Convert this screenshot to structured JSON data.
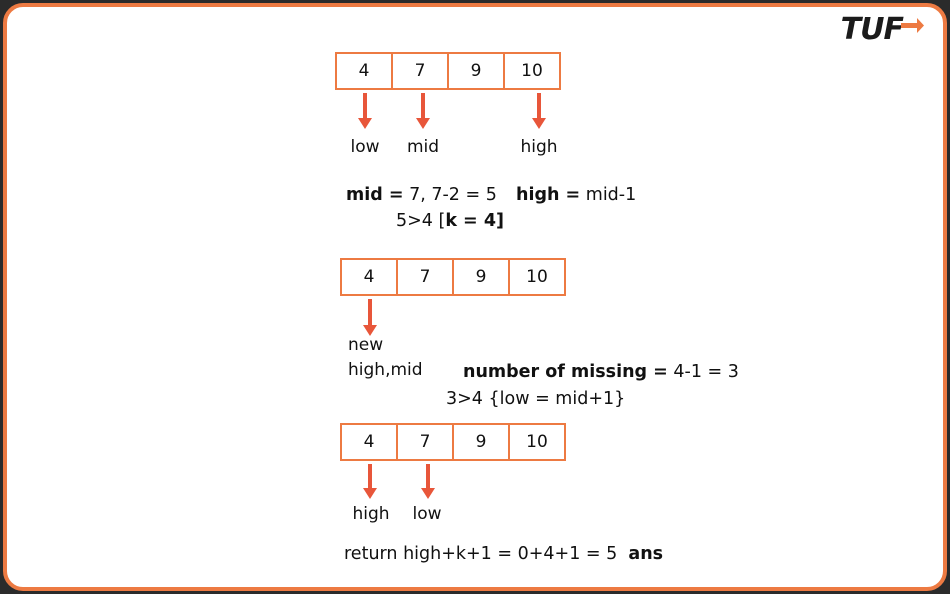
{
  "brand": {
    "logo_text": "TUF",
    "logo_arrow_icon": "arrow-right-icon",
    "accent_color": "#ED7A42",
    "arrow_color": "#E8563A",
    "frame_border_color": "#ED7A42",
    "background_color": "#2b2b2b"
  },
  "steps": [
    {
      "id": "step-1",
      "array": [
        "4",
        "7",
        "9",
        "10"
      ],
      "pointers": [
        {
          "label": "low",
          "cell": 0
        },
        {
          "label": "mid",
          "cell": 1
        },
        {
          "label": "high",
          "cell": 3
        }
      ],
      "equations": [
        {
          "id": "mid-eq",
          "bold": "mid =",
          "rest": " 7, 7-2 = 5"
        },
        {
          "id": "high-eq",
          "bold": "high =",
          "rest": " mid-1"
        },
        {
          "id": "cmp-eq",
          "plain_prefix": "5>4 [",
          "bold": "k = 4",
          "plain_suffix": "]"
        }
      ]
    },
    {
      "id": "step-2",
      "array": [
        "4",
        "7",
        "9",
        "10"
      ],
      "pointers": [
        {
          "label": "new\nhigh,mid",
          "label_line1": "new",
          "label_line2": "high,mid",
          "cell": 0
        }
      ],
      "equations": [
        {
          "id": "missing-eq",
          "bold": "number of missing =",
          "rest": " 4-1 = 3"
        },
        {
          "id": "cmp2-eq",
          "plain": "3>4 {low = mid+1}"
        }
      ]
    },
    {
      "id": "step-3",
      "array": [
        "4",
        "7",
        "9",
        "10"
      ],
      "pointers": [
        {
          "label": "high",
          "cell": 0
        },
        {
          "label": "low",
          "cell": 1
        }
      ],
      "equations": []
    }
  ],
  "conclusion": {
    "text": "return high+k+1 = 0+4+1 = 5",
    "bold": "ans"
  }
}
